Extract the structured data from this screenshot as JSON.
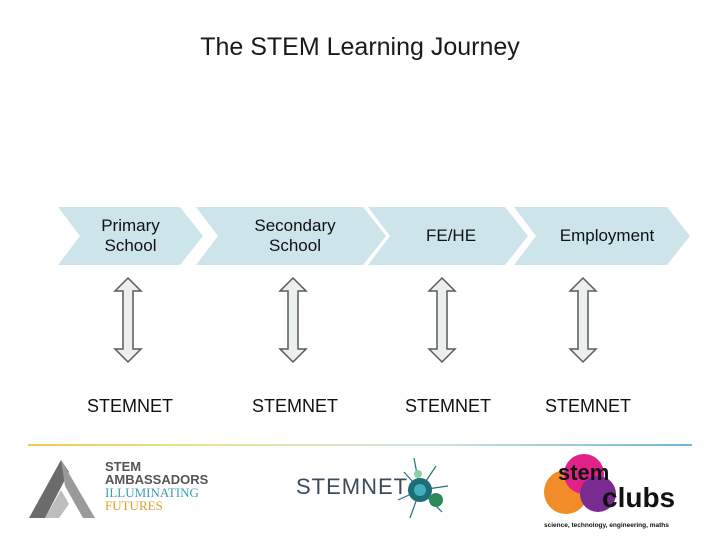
{
  "title": "The STEM Learning Journey",
  "stages": [
    {
      "label": "Primary\nSchool"
    },
    {
      "label": "Secondary\nSchool"
    },
    {
      "label": "FE/HE"
    },
    {
      "label": "Employment"
    }
  ],
  "stemnet_labels": [
    "STEMNET",
    "STEMNET",
    "STEMNET",
    "STEMNET"
  ],
  "colors": {
    "chevron_fill": "#cde4ea",
    "arrow_fill": "#ecefef",
    "arrow_stroke": "#5a5a5a",
    "divider_gradient": [
      "#f2c94c",
      "#6fb5d8"
    ]
  },
  "logos": {
    "ambassadors": {
      "line1": "STEM",
      "line2": "AMBASSADORS",
      "line3": "ILLUMINATING",
      "line4": "FUTURES"
    },
    "stemnet": {
      "text": "STEMNET"
    },
    "stemclubs": {
      "word1": "stem",
      "word2": "clubs",
      "tagline": "science, technology, engineering, maths"
    }
  }
}
